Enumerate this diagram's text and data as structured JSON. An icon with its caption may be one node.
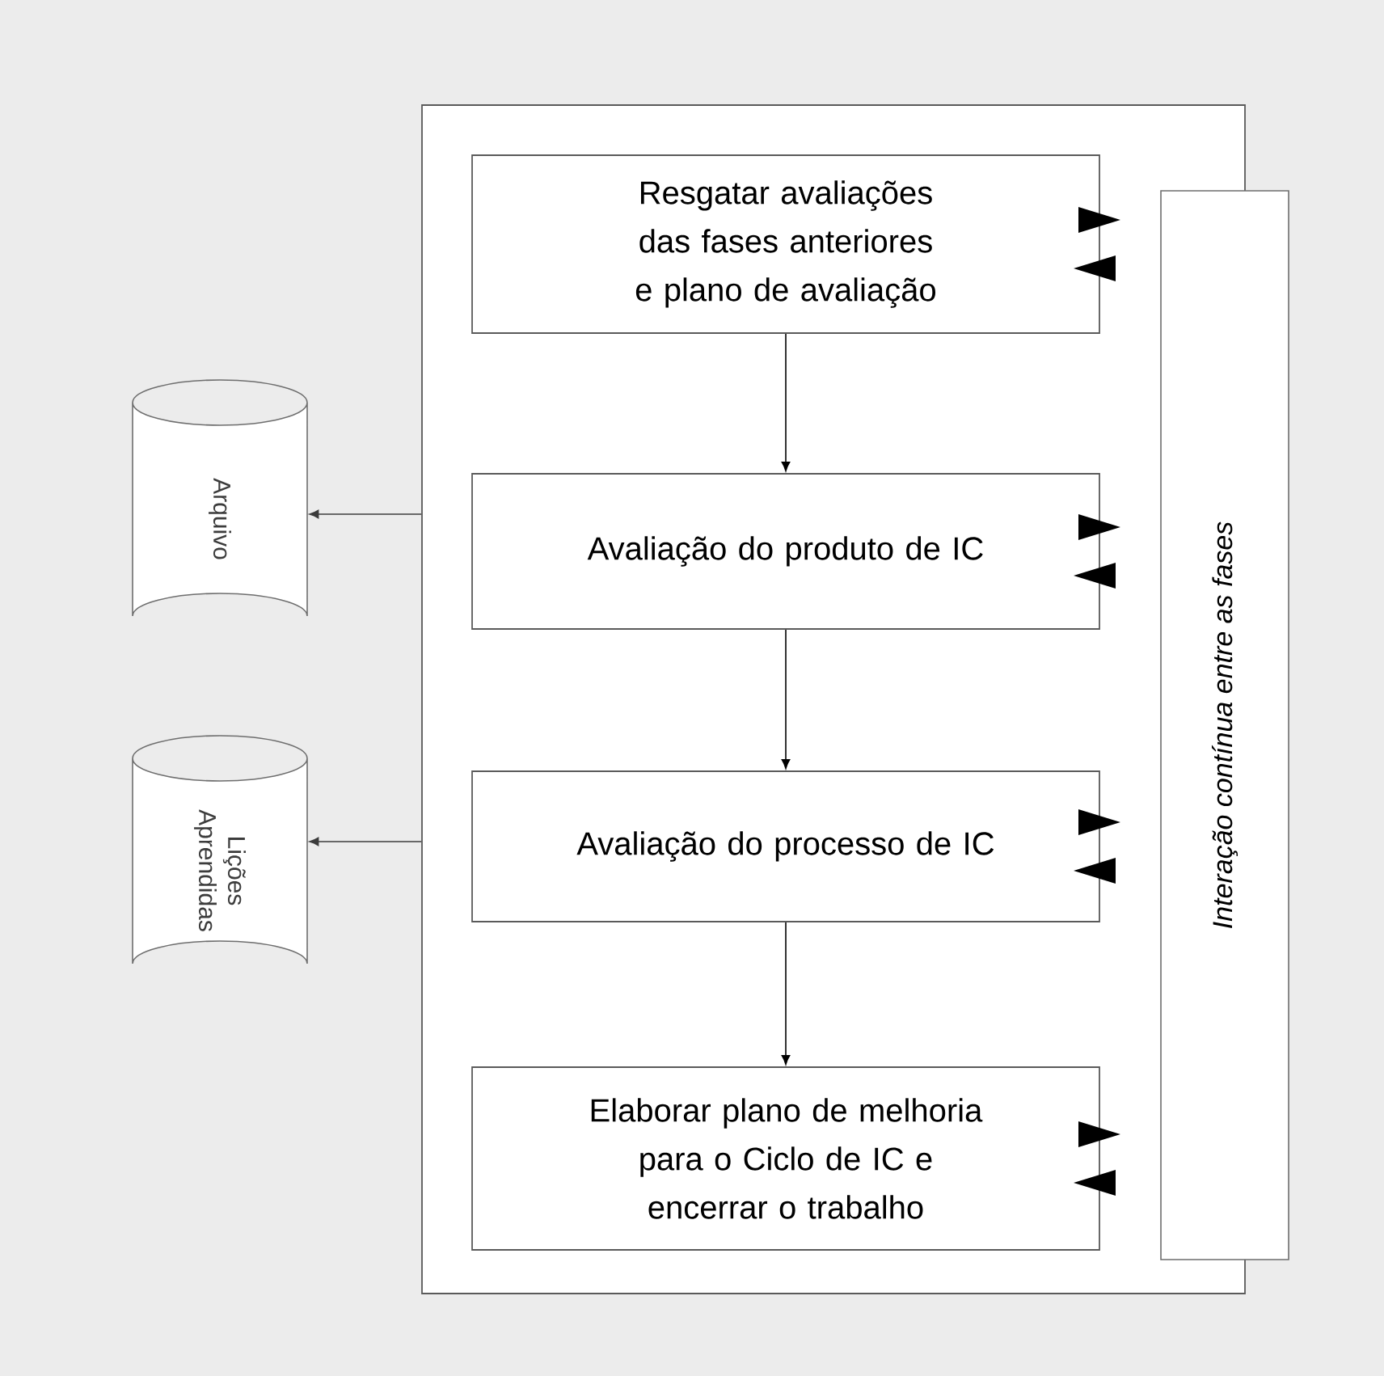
{
  "diagram": {
    "nodes": [
      {
        "text": [],
        "shape": "box"
      },
      {
        "text": [
          "Resgatar avaliações das fases anteriores e plano de avaliação"
        ],
        "in": 0
      },
      {
        "text": [
          "Avaliação  do produto de IC"
        ],
        "in": 0
      },
      {
        "text": [
          "Avaliação do processo de IC"
        ],
        "in": 0
      },
      {
        "text": [
          "Elaborar plano de melhoria para o Ciclo de IC e encerrar o trabalho"
        ],
        "in": 0
      },
      {
        "text": [
          "Interação contínua entre as fases"
        ]
      },
      {
        "text": [
          "Arquivo"
        ]
      },
      {
        "text": [
          "Lições Aprendidas"
        ]
      }
    ],
    "edges": [
      {
        "from": 1,
        "to": 2,
        "arrow": "to"
      },
      {
        "from": 2,
        "to": 3,
        "arrow": "to"
      },
      {
        "from": 3,
        "to": 4,
        "arrow": "to"
      },
      {
        "from": 0,
        "to": 6,
        "arrow": "to"
      },
      {
        "from": 0,
        "to": 7,
        "arrow": "to"
      },
      {
        "from": 1,
        "to": 5,
        "arrow": "to"
      },
      {
        "from": 5,
        "to": 1,
        "arrow": "to"
      },
      {
        "from": 2,
        "to": 5,
        "arrow": "to"
      },
      {
        "from": 5,
        "to": 2,
        "arrow": "to"
      },
      {
        "from": 3,
        "to": 5,
        "arrow": "to"
      },
      {
        "from": 5,
        "to": 3,
        "arrow": "to"
      },
      {
        "from": 4,
        "to": 5,
        "arrow": "to"
      },
      {
        "from": 5,
        "to": 4,
        "arrow": "to"
      }
    ]
  }
}
